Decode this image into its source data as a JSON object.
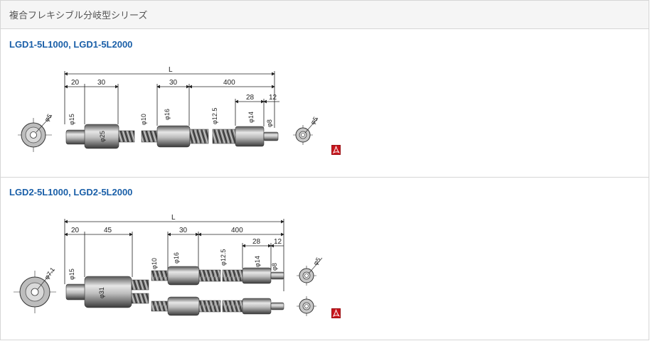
{
  "header": {
    "title": "複合フレキシブル分岐型シリーズ"
  },
  "sections": [
    {
      "title": "LGD1-5L1000, LGD1-5L2000",
      "dims": {
        "overall": "L",
        "d20": "20",
        "d30a": "30",
        "d30b": "30",
        "d400": "400",
        "d28": "28",
        "d12": "12",
        "dia5_left": "φ5",
        "dia15": "φ15",
        "dia25": "φ25",
        "dia10": "φ10",
        "dia16": "φ16",
        "dia12_5": "φ12.5",
        "dia14": "φ14",
        "dia8": "φ8",
        "dia5_right": "φ5"
      },
      "pdf_icon": "pdf-icon"
    },
    {
      "title": "LGD2-5L1000, LGD2-5L2000",
      "dims": {
        "overall": "L",
        "d20": "20",
        "d45": "45",
        "d30": "30",
        "d400": "400",
        "d28": "28",
        "d12": "12",
        "dia7_1": "φ7.1",
        "dia15": "φ15",
        "dia31": "φ31",
        "dia10": "φ10",
        "dia16": "φ16",
        "dia12_5": "φ12.5",
        "dia14": "φ14",
        "dia8": "φ8",
        "dia5": "φ5"
      },
      "pdf_icon": "pdf-icon"
    }
  ],
  "colors": {
    "title_blue": "#1a5fa8",
    "pdf_red": "#c8161d",
    "metal": "#9a9a9a"
  }
}
